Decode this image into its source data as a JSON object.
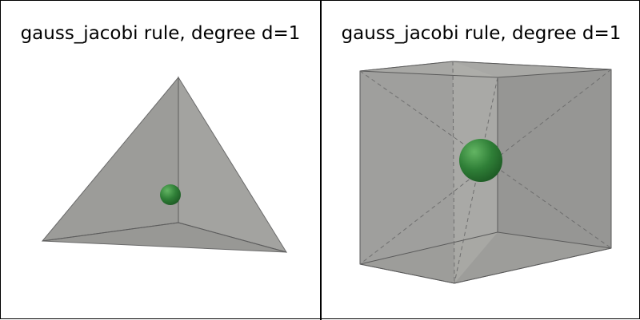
{
  "panels": [
    {
      "title": "gauss_jacobi rule, degree d=1",
      "shape": "tetrahedron",
      "quadrature_points": 1
    },
    {
      "title": "gauss_jacobi rule, degree d=1",
      "shape": "cube",
      "quadrature_points": 1
    }
  ],
  "colors": {
    "solid_face": "#9b9b98",
    "solid_face_light": "#a5a5a3",
    "edge": "#5a5a5a",
    "point": "#2d7a35",
    "point_highlight": "#5fb45f",
    "divider": "#000000"
  }
}
